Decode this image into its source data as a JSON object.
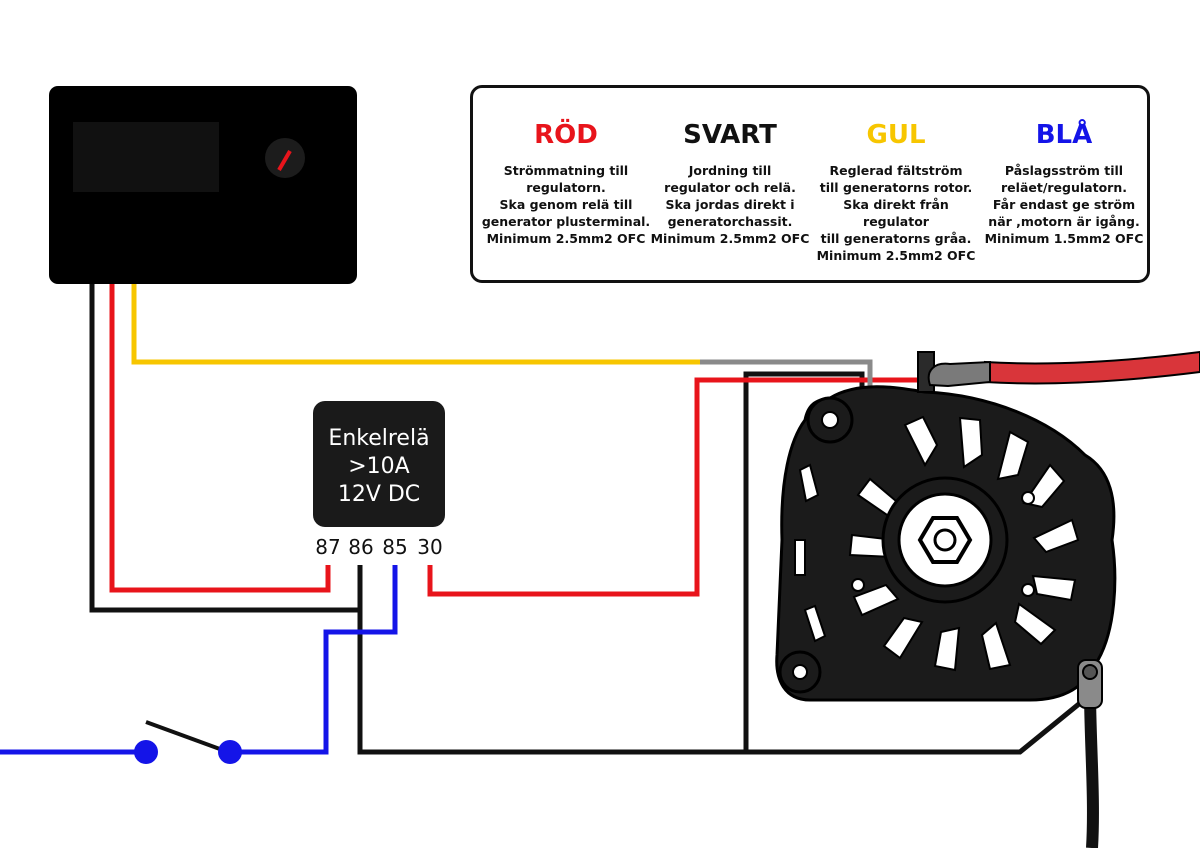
{
  "legend": [
    {
      "heading": "RÖD",
      "color": "#e8141b",
      "text": "Strömmatning till\nregulatorn.\nSka genom relä till\ngenerator plusterminal.\nMinimum 2.5mm2 OFC"
    },
    {
      "heading": "SVART",
      "color": "#111111",
      "text": "Jordning till\nregulator och relä.\nSka jordas direkt i\ngeneratorchassit.\nMinimum 2.5mm2 OFC"
    },
    {
      "heading": "GUL",
      "color": "#f7c600",
      "text": "Reglerad fältström\ntill generatorns rotor.\nSka direkt från regulator\ntill generatorns gråa.\nMinimum 2.5mm2 OFC"
    },
    {
      "heading": "BLÅ",
      "color": "#1414e8",
      "text": "Påslagsström till\nreläet/regulatorn.\nFår endast ge ström\nnär ,motorn är igång.\nMinimum 1.5mm2 OFC"
    }
  ],
  "relay": {
    "line1": "Enkelrelä",
    "line2": ">10A",
    "line3": "12V DC",
    "pins": [
      "87",
      "86",
      "85",
      "30"
    ]
  },
  "colors": {
    "red": "#e8141b",
    "black": "#111111",
    "yellow": "#f7c600",
    "blue": "#1414e8",
    "gray": "#8a8a8a",
    "cable_red": "#d9353a"
  }
}
